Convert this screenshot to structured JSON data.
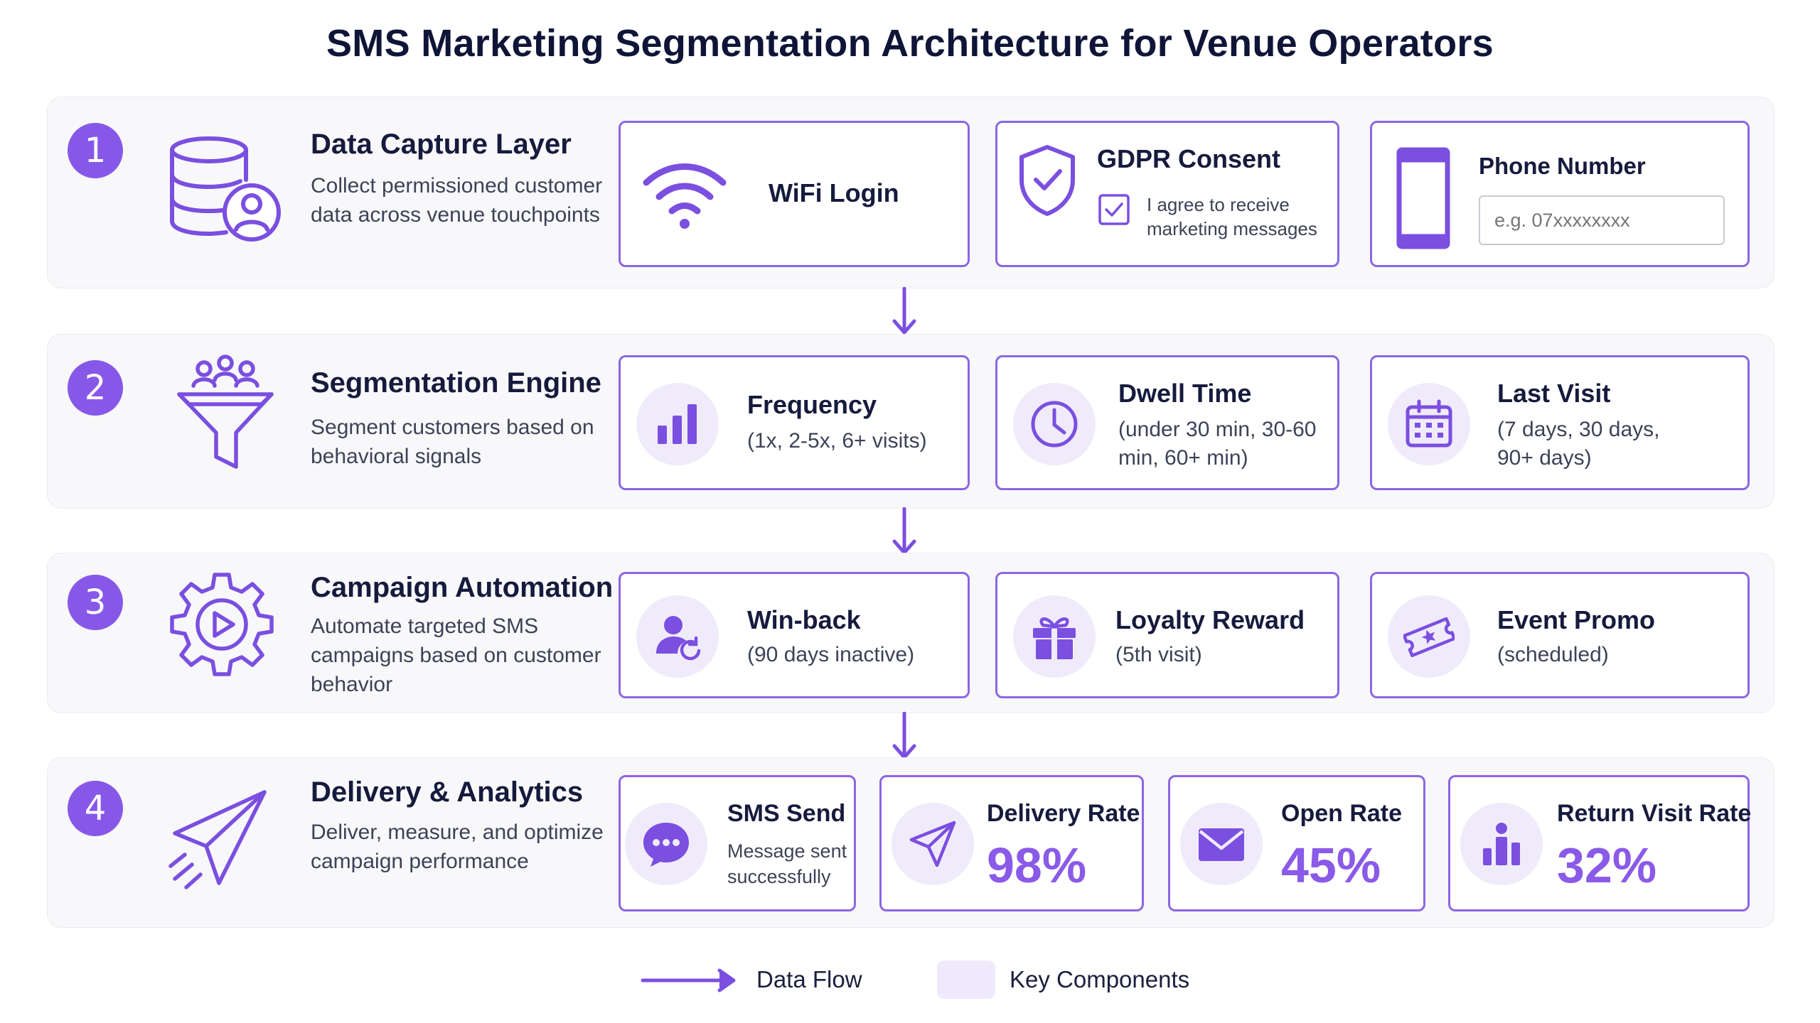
{
  "title": "SMS Marketing Segmentation Architecture for Venue Operators",
  "colors": {
    "accent": "#8758e8",
    "card_border": "#8d66e2",
    "section_bg": "#f8f8fa",
    "icon_bg": "#f0ebfb"
  },
  "sections": [
    {
      "number": "1",
      "icon": "database-user-icon",
      "title": "Data Capture Layer",
      "desc": "Collect permissioned customer data across venue touchpoints",
      "cards": [
        {
          "title": "WiFi Login",
          "icon": "wifi-icon"
        },
        {
          "title": "GDPR Consent",
          "icon": "shield-check-icon",
          "checkbox_label": "I agree to receive marketing messages"
        },
        {
          "title": "Phone Number",
          "icon": "phone-icon",
          "placeholder": "e.g. 07xxxxxxxx"
        }
      ]
    },
    {
      "number": "2",
      "icon": "funnel-users-icon",
      "title": "Segmentation Engine",
      "desc": "Segment customers based on behavioral signals",
      "cards": [
        {
          "title": "Frequency",
          "sub": "(1x, 2-5x, 6+ visits)",
          "icon": "bar-chart-icon"
        },
        {
          "title": "Dwell Time",
          "sub": "(under 30 min, 30-60 min, 60+ min)",
          "icon": "clock-icon"
        },
        {
          "title": "Last Visit",
          "sub": "(7 days, 30 days, 90+ days)",
          "icon": "calendar-icon"
        }
      ]
    },
    {
      "number": "3",
      "icon": "gear-play-icon",
      "title": "Campaign Automation",
      "desc": "Automate targeted SMS campaigns based on customer behavior",
      "cards": [
        {
          "title": "Win-back",
          "sub": "(90 days inactive)",
          "icon": "user-refresh-icon"
        },
        {
          "title": "Loyalty Reward",
          "sub": "(5th visit)",
          "icon": "gift-icon"
        },
        {
          "title": "Event Promo",
          "sub": "(scheduled)",
          "icon": "ticket-star-icon"
        }
      ]
    },
    {
      "number": "4",
      "icon": "paper-plane-icon",
      "title": "Delivery & Analytics",
      "desc": "Deliver, measure, and optimize campaign performance",
      "cards": [
        {
          "title": "SMS Send",
          "sub": "Message sent successfully",
          "icon": "chat-bubble-icon"
        },
        {
          "title": "Delivery Rate",
          "value": "98%",
          "icon": "paper-plane-icon"
        },
        {
          "title": "Open Rate",
          "value": "45%",
          "icon": "envelope-icon"
        },
        {
          "title": "Return Visit Rate",
          "value": "32%",
          "icon": "person-chart-icon"
        }
      ]
    }
  ],
  "legend": {
    "flow": "Data Flow",
    "components": "Key Components"
  }
}
